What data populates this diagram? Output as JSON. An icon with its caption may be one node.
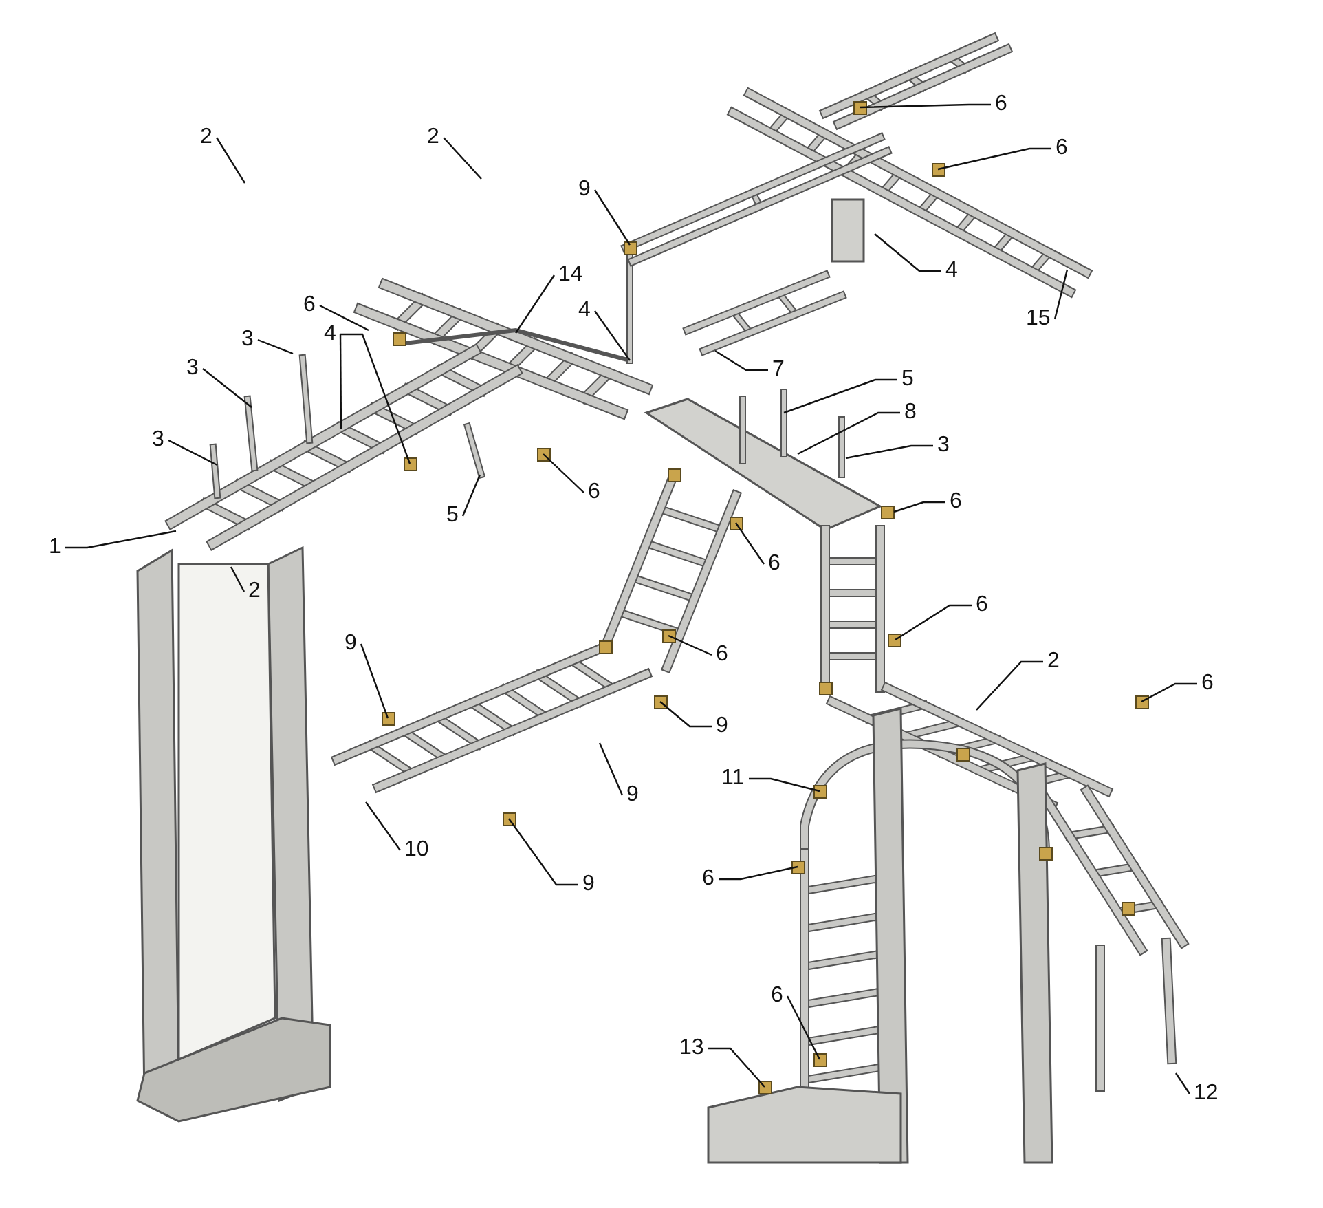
{
  "diagram": {
    "nodes": [
      {
        "text": [
          "2"
        ]
      },
      {
        "text": [
          "2"
        ]
      },
      {
        "text": [
          "9"
        ]
      },
      {
        "text": [
          "6"
        ]
      },
      {
        "text": [
          "6"
        ]
      },
      {
        "text": [
          "4"
        ]
      },
      {
        "text": [
          "15"
        ]
      },
      {
        "text": [
          "14"
        ]
      },
      {
        "text": [
          "4"
        ]
      },
      {
        "text": [
          "6"
        ]
      },
      {
        "text": [
          "4"
        ]
      },
      {
        "text": [
          "3"
        ]
      },
      {
        "text": [
          "3"
        ]
      },
      {
        "text": [
          "3"
        ]
      },
      {
        "text": [
          "7"
        ]
      },
      {
        "text": [
          "5"
        ]
      },
      {
        "text": [
          "8"
        ]
      },
      {
        "text": [
          "3"
        ]
      },
      {
        "text": [
          "6"
        ]
      },
      {
        "text": [
          "5"
        ]
      },
      {
        "text": [
          "1"
        ]
      },
      {
        "text": [
          "2"
        ]
      },
      {
        "text": [
          "6"
        ]
      },
      {
        "text": [
          "6"
        ]
      },
      {
        "text": [
          "6"
        ]
      },
      {
        "text": [
          "9"
        ]
      },
      {
        "text": [
          "6"
        ]
      },
      {
        "text": [
          "2"
        ]
      },
      {
        "text": [
          "6"
        ]
      },
      {
        "text": [
          "9"
        ]
      },
      {
        "text": [
          "9"
        ]
      },
      {
        "text": [
          "11"
        ]
      },
      {
        "text": [
          "10"
        ]
      },
      {
        "text": [
          "9"
        ]
      },
      {
        "text": [
          "6"
        ]
      },
      {
        "text": [
          "6"
        ]
      },
      {
        "text": [
          "13"
        ]
      },
      {
        "text": [
          "12"
        ]
      }
    ],
    "edges": [
      {
        "from": 0,
        "to": null,
        "arrow": "none"
      },
      {
        "from": 1,
        "to": null,
        "arrow": "none"
      },
      {
        "from": 2,
        "to": null,
        "arrow": "none"
      },
      {
        "from": 3,
        "to": null,
        "arrow": "none"
      },
      {
        "from": 4,
        "to": null,
        "arrow": "none"
      },
      {
        "from": 5,
        "to": null,
        "arrow": "none"
      },
      {
        "from": 6,
        "to": null,
        "arrow": "none"
      },
      {
        "from": 7,
        "to": null,
        "arrow": "none"
      },
      {
        "from": 8,
        "to": null,
        "arrow": "none"
      },
      {
        "from": 9,
        "to": null,
        "arrow": "none"
      },
      {
        "from": 10,
        "to": null,
        "arrow": "none"
      },
      {
        "from": 10,
        "to": null,
        "arrow": "none"
      },
      {
        "from": 11,
        "to": null,
        "arrow": "none"
      },
      {
        "from": 12,
        "to": null,
        "arrow": "none"
      },
      {
        "from": 13,
        "to": null,
        "arrow": "none"
      },
      {
        "from": 14,
        "to": null,
        "arrow": "none"
      },
      {
        "from": 15,
        "to": null,
        "arrow": "none"
      },
      {
        "from": 16,
        "to": null,
        "arrow": "none"
      },
      {
        "from": 17,
        "to": null,
        "arrow": "none"
      },
      {
        "from": 18,
        "to": null,
        "arrow": "none"
      },
      {
        "from": 19,
        "to": null,
        "arrow": "none"
      },
      {
        "from": 20,
        "to": null,
        "arrow": "none"
      },
      {
        "from": 21,
        "to": null,
        "arrow": "none"
      },
      {
        "from": 22,
        "to": null,
        "arrow": "none"
      },
      {
        "from": 23,
        "to": null,
        "arrow": "none"
      },
      {
        "from": 24,
        "to": null,
        "arrow": "none"
      },
      {
        "from": 25,
        "to": null,
        "arrow": "none"
      },
      {
        "from": 26,
        "to": null,
        "arrow": "none"
      },
      {
        "from": 27,
        "to": null,
        "arrow": "none"
      },
      {
        "from": 28,
        "to": null,
        "arrow": "none"
      },
      {
        "from": 29,
        "to": null,
        "arrow": "none"
      },
      {
        "from": 30,
        "to": null,
        "arrow": "none"
      },
      {
        "from": 31,
        "to": null,
        "arrow": "none"
      },
      {
        "from": 32,
        "to": null,
        "arrow": "none"
      },
      {
        "from": 33,
        "to": null,
        "arrow": "none"
      },
      {
        "from": 34,
        "to": null,
        "arrow": "none"
      },
      {
        "from": 35,
        "to": null,
        "arrow": "none"
      },
      {
        "from": 36,
        "to": null,
        "arrow": "none"
      },
      {
        "from": 37,
        "to": null,
        "arrow": "none"
      }
    ]
  }
}
